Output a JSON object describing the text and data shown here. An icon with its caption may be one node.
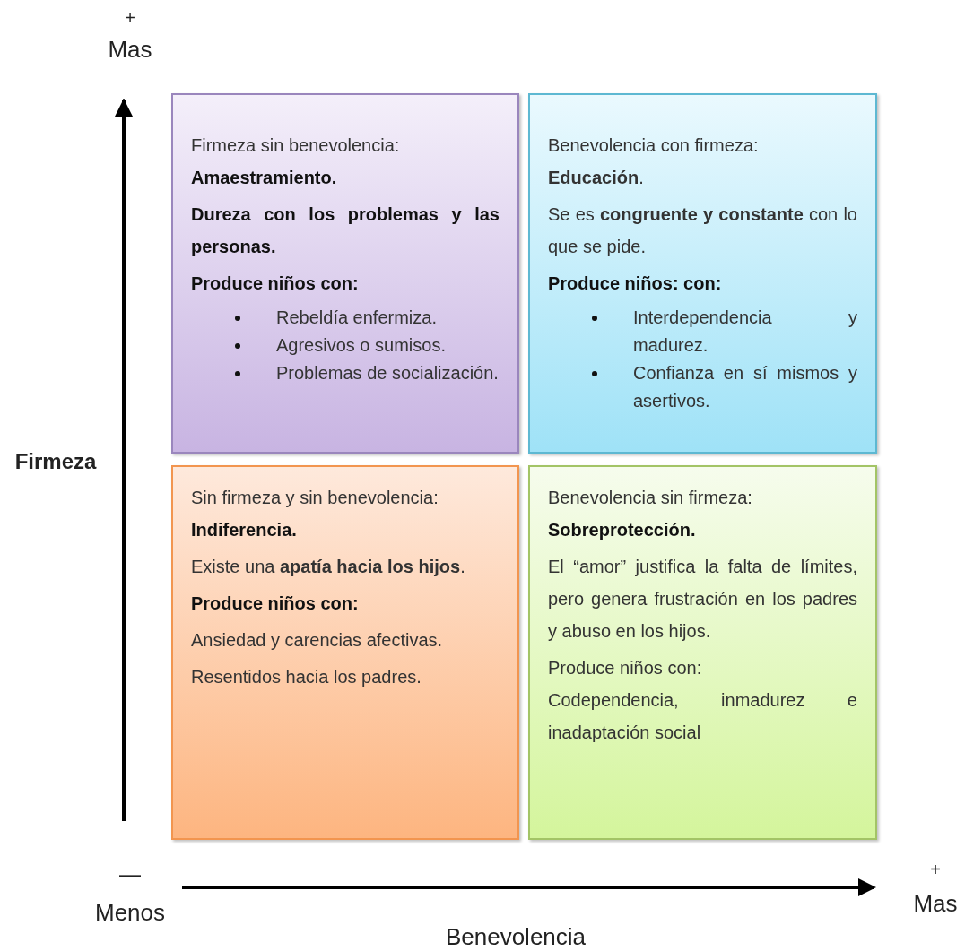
{
  "diagram": {
    "nodes": [
      {
        "text": [
          "Firmeza sin benevolencia:",
          "Amaestramiento.",
          "Dureza con los problemas y las personas.",
          "Produce niños con:",
          "Rebeldía enfermiza.",
          "Agresivos o sumisos.",
          "Problemas de socialización."
        ]
      },
      {
        "text": [
          "Benevolencia con firmeza:",
          "**Educación**.",
          "Se es **congruente y constante** con lo que se pide.",
          "Produce niños: con:",
          "Interdependencia y madurez.",
          "Confianza en sí mismos y asertivos."
        ]
      },
      {
        "text": [
          "Sin firmeza y sin benevolencia:",
          "Indiferencia.",
          "Existe una **apatía hacia los hijos**.",
          "Produce niños con:",
          "Ansiedad y carencias afectivas.",
          "Resentidos hacia los padres."
        ]
      },
      {
        "text": [
          "Benevolencia sin firmeza:",
          "Sobreprotección.",
          "El “amor” justifica la falta de límites, pero genera frustración en los padres y abuso en los hijos.",
          "Produce niños con:",
          "Codependencia, inmadurez e inadaptación social"
        ]
      }
    ],
    "labels": [
      "+",
      "Mas",
      "Firmeza",
      "—",
      "Menos",
      "+",
      "Mas",
      "Benevolencia"
    ]
  }
}
